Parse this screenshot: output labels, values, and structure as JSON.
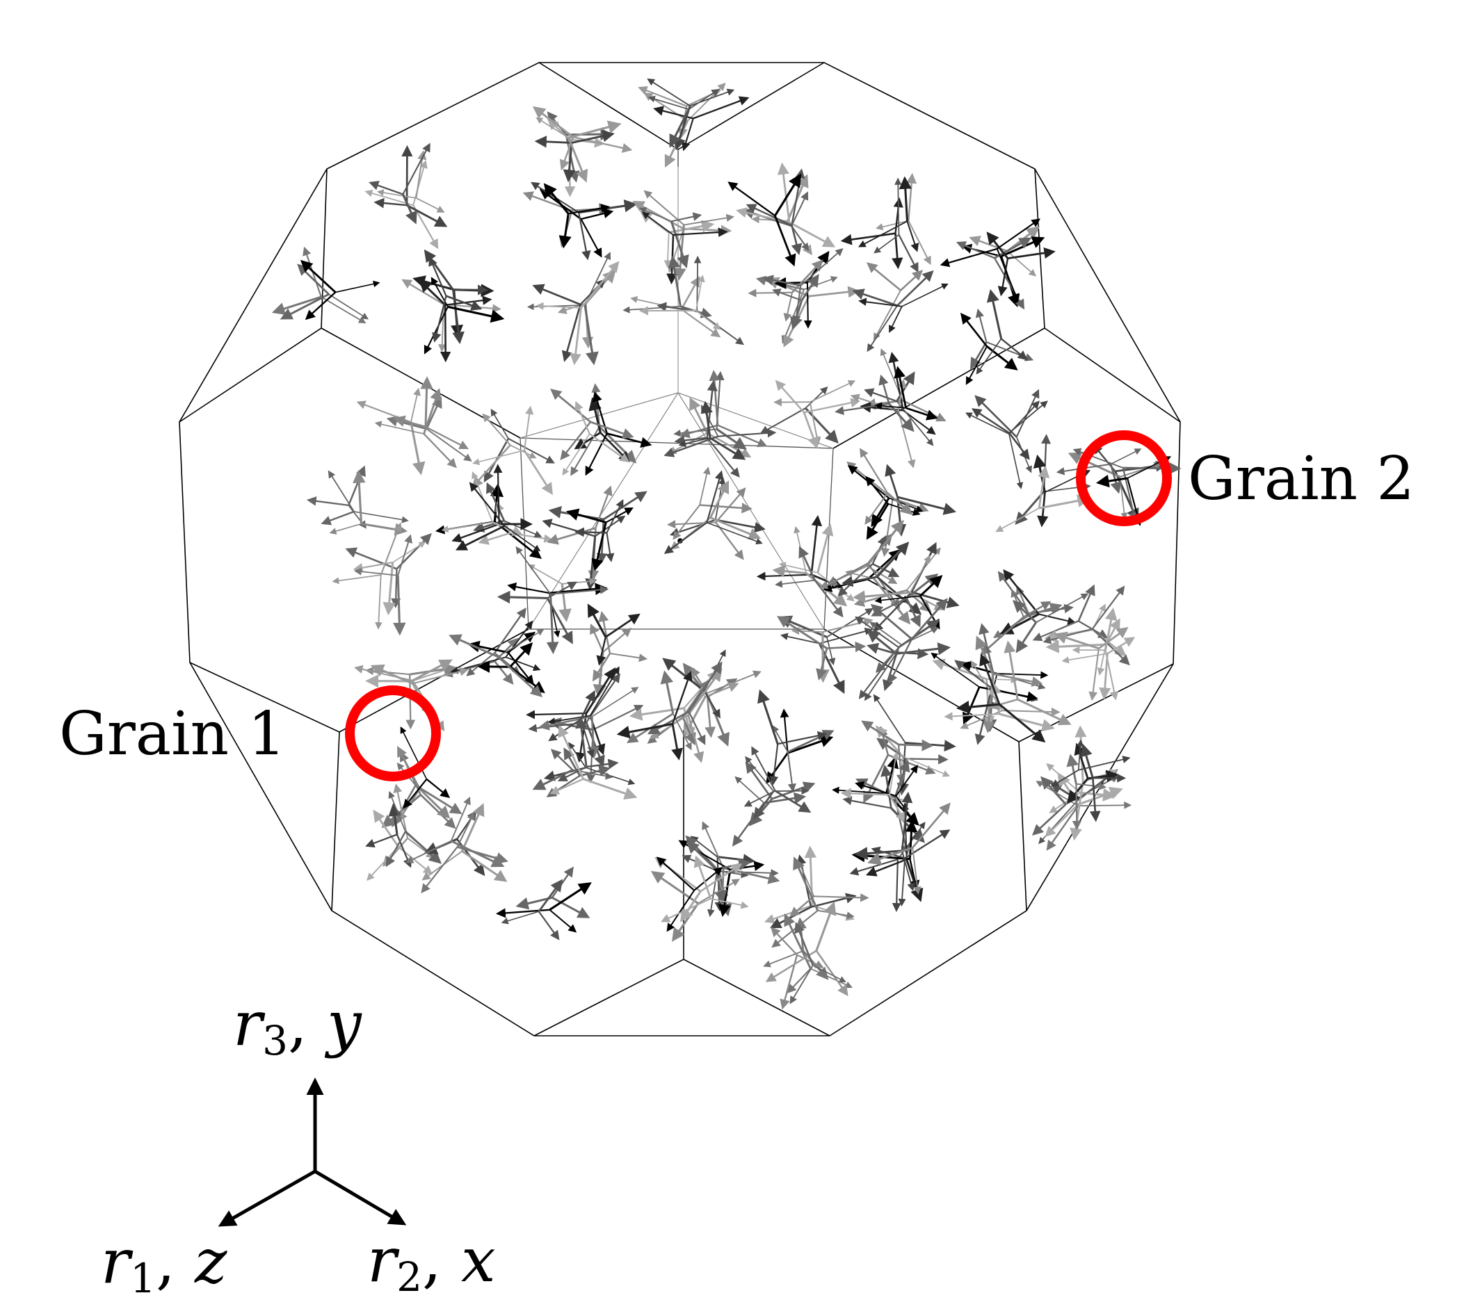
{
  "annotations": {
    "grain1": {
      "label": "Grain 1",
      "marker_color": "#ff0000"
    },
    "grain2": {
      "label": "Grain 2",
      "marker_color": "#ff0000"
    }
  },
  "triad": {
    "up": {
      "var": "r",
      "sub": "3",
      "sym": "y"
    },
    "left": {
      "var": "r",
      "sub": "1",
      "sym": "z"
    },
    "right": {
      "var": "r",
      "sub": "2",
      "sym": "x"
    }
  }
}
